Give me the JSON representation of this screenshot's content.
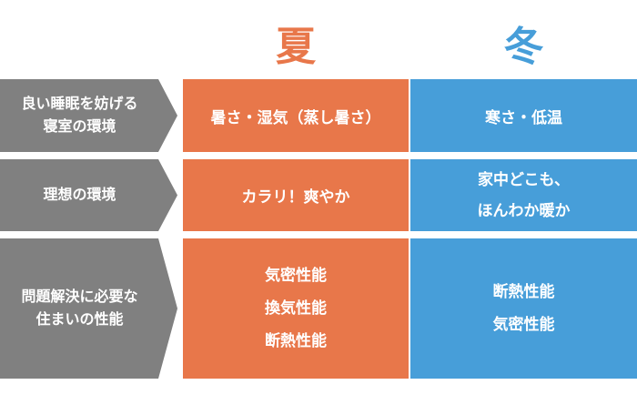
{
  "header": {
    "summer": "夏",
    "winter": "冬"
  },
  "rows": [
    {
      "label_lines": [
        "良い睡眠を妨げる",
        "寝室の環境"
      ],
      "summer_lines": [
        "暑さ・湿気（蒸し暑さ）"
      ],
      "winter_lines": [
        "寒さ・低温"
      ]
    },
    {
      "label_lines": [
        "理想の環境"
      ],
      "summer_lines": [
        "カラリ！爽やか"
      ],
      "winter_lines": [
        "家中どこも、",
        "ほんわか暖か"
      ]
    },
    {
      "label_lines": [
        "問題解決に必要な",
        "住まいの性能"
      ],
      "summer_lines": [
        "気密性能",
        "換気性能",
        "断熱性能"
      ],
      "winter_lines": [
        "断熱性能",
        "気密性能"
      ]
    }
  ],
  "colors": {
    "summer": "#e8774a",
    "winter": "#479ed9",
    "label_bg": "#808080"
  }
}
